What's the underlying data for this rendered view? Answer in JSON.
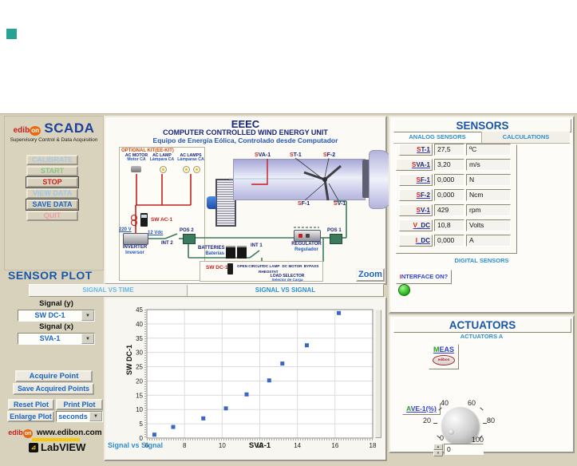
{
  "colors": {
    "accent_blue": "#1857a8",
    "tab_blue": "#2e8fd0",
    "navy": "#16247a",
    "es_blue": "#2456b8",
    "red": "#d42020",
    "label_blue": "#2f3fd4",
    "wire_red": "#c42020",
    "wire_green": "#3c7a5e",
    "beige": "#d8d2bc",
    "led_green": "#2fb822",
    "point_blue": "#3a66c4",
    "link_blue": "#1b63c4",
    "green": "#1f9e1f",
    "teal": "#27a396",
    "kit_orange": "#cc4a10"
  },
  "logo": {
    "brand": "edib",
    "brand_on": "on",
    "brand_scada": "SCADA",
    "tagline": "Supervisory Control & Data Acquisition"
  },
  "control_buttons": [
    {
      "label": "CALIBRATE",
      "color": "#aac7e6"
    },
    {
      "label": "START",
      "color": "#8cc48c"
    },
    {
      "label": "STOP",
      "color": "#d31d1d"
    },
    {
      "label": "VIEW DATA",
      "color": "#9ec7e8"
    },
    {
      "label": "SAVE DATA",
      "color": "#1b63c4"
    },
    {
      "label": "QUIT",
      "color": "#eba0aa"
    }
  ],
  "diagram": {
    "title": "EEEC",
    "subtitle": "COMPUTER CONTROLLED WIND ENERGY UNIT",
    "subtitle_es": "Equipo de Energía Eólica, Controlado desde Computador",
    "optional_kit": "OPTIONAL KIT(EE-KIT)",
    "loads": [
      {
        "en": "AC MOTOR",
        "es": "Motor CA"
      },
      {
        "en": "AC LAMP",
        "es": "Lámpara CA"
      },
      {
        "en": "AC LAMPS",
        "es": "Lámparas CA"
      }
    ],
    "sw_ac": "SW AC-1",
    "v220": "220 V",
    "inverter_en": "INVERTER",
    "inverter_es": "Inversor",
    "v12": "12 Vdc",
    "int2": "INT 2",
    "pos2": "POS 2",
    "batteries_en": "BATTERIES",
    "batteries_es": "Baterías",
    "int1": "INT 1",
    "regulator_en": "REGULATOR",
    "regulator_es": "Regulador",
    "pos1": "POS 1",
    "sw_dc": "SW DC-1",
    "load_opts": [
      "OPEN CIRCUIT",
      "DC LAMP",
      "DC MOTOR",
      "BYPASS"
    ],
    "rheostat": "RHEOSTAT",
    "load_selector_en": "LOAD SELECTOR",
    "load_selector_es": "Selector de Carga",
    "callouts": {
      "sva1": "SVA-1",
      "st1": "ST-1",
      "sf2": "SF-2",
      "sf1": "SF-1",
      "sv1": "SV-1"
    },
    "zoom_button": "Zoom"
  },
  "sensors": {
    "title": "SENSORS",
    "tabs": [
      {
        "label": "ANALOG SENSORS"
      },
      {
        "label": "CALCULATIONS"
      }
    ],
    "rows": [
      {
        "label": "ST-1",
        "value": "27,5",
        "unit": "ºC"
      },
      {
        "label": "SVA-1",
        "value": "3,20",
        "unit": "m/s"
      },
      {
        "label": "SF-1",
        "value": "0,000",
        "unit": "N"
      },
      {
        "label": "SF-2",
        "value": "0,000",
        "unit": "Ncm"
      },
      {
        "label": "SV-1",
        "value": "429",
        "unit": "rpm"
      },
      {
        "label": "V_DC",
        "value": "10,8",
        "unit": "Volts"
      },
      {
        "label": "I_DC",
        "value": "0,000",
        "unit": "A"
      }
    ],
    "digital_title": "DIGITAL SENSORS",
    "interface_label": "INTERFACE ON?"
  },
  "actuators": {
    "title": "ACTUATORS",
    "tab": "ACTUATORS A",
    "meas": "MEAS",
    "meas_logo": "edibon",
    "knob_label": "AVE-1(%)",
    "knob_ticks": [
      "0",
      "20",
      "40",
      "60",
      "80",
      "100"
    ],
    "spinner_value": "0"
  },
  "plot": {
    "title": "SENSOR PLOT",
    "tabs": [
      {
        "label": "SIGNAL VS TIME"
      },
      {
        "label": "SIGNAL VS SIGNAL"
      }
    ],
    "signal_y_label": "Signal (y)",
    "signal_y": "SW DC-1",
    "signal_x_label": "Signal (x)",
    "signal_x": "SVA-1",
    "acquire": "Acquire Point",
    "save_points": "Save Acquired Points",
    "reset": "Reset Plot",
    "print": "Print Plot",
    "enlarge": "Enlarge Plot",
    "unit": "seconds",
    "brand": "edib",
    "brand_on": "on",
    "website": "www.edibon.com",
    "labview": "LabVIEW"
  },
  "chart_data": {
    "type": "scatter",
    "title": "",
    "xlabel": "SVA-1",
    "ylabel": "SW DC-1",
    "legend": "Signal vs Signal",
    "xlim": [
      6,
      18
    ],
    "ylim": [
      0,
      45
    ],
    "xticks": [
      6,
      8,
      10,
      12,
      14,
      16,
      18
    ],
    "yticks": [
      0,
      5,
      10,
      15,
      20,
      25,
      30,
      35,
      40,
      45
    ],
    "grid": true,
    "legend_position": "bottom-left",
    "points": [
      [
        6.4,
        1.2
      ],
      [
        7.4,
        3.9
      ],
      [
        9.0,
        6.9
      ],
      [
        10.2,
        10.4
      ],
      [
        11.3,
        15.3
      ],
      [
        12.5,
        20.2
      ],
      [
        13.2,
        26.1
      ],
      [
        14.5,
        32.5
      ],
      [
        16.2,
        43.8
      ]
    ],
    "point_color": "#3a66c4"
  }
}
